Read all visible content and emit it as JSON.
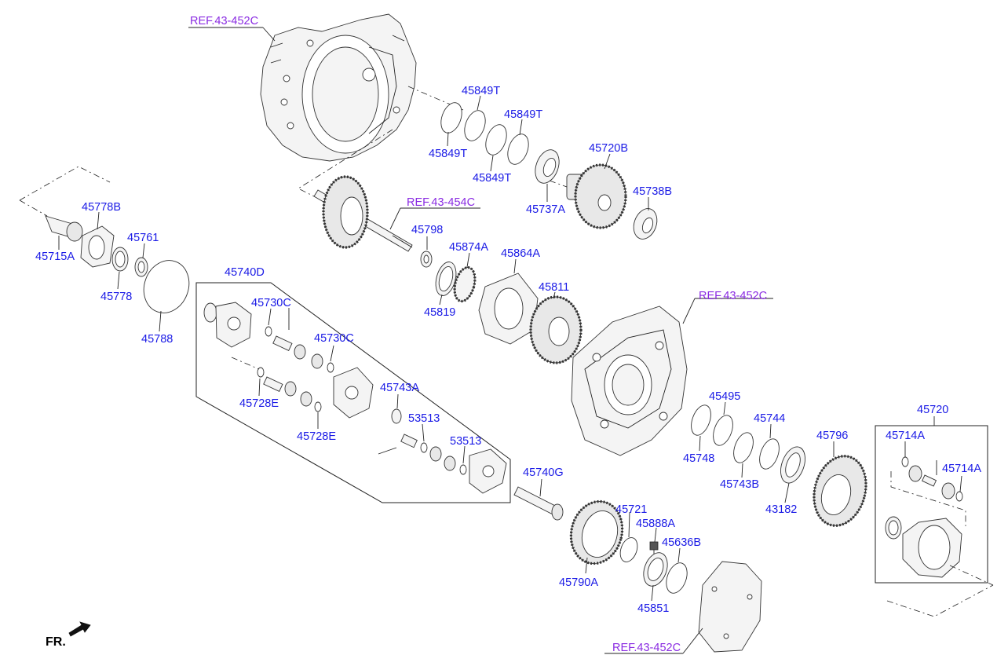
{
  "refs": {
    "r1": "REF.43-452C",
    "r2": "REF.43-454C",
    "r3": "REF.43-452C",
    "r4": "REF.43-452C"
  },
  "labels": {
    "p45849T_a": "45849T",
    "p45849T_b": "45849T",
    "p45849T_c": "45849T",
    "p45849T_d": "45849T",
    "p45720B": "45720B",
    "p45738B": "45738B",
    "p45737A": "45737A",
    "p45778B": "45778B",
    "p45761": "45761",
    "p45715A": "45715A",
    "p45778": "45778",
    "p45788": "45788",
    "p45798": "45798",
    "p45874A": "45874A",
    "p45864A": "45864A",
    "p45819": "45819",
    "p45811": "45811",
    "p45740D": "45740D",
    "p45730C_a": "45730C",
    "p45730C_b": "45730C",
    "p45728E_a": "45728E",
    "p45728E_b": "45728E",
    "p45743A": "45743A",
    "p53513_a": "53513",
    "p53513_b": "53513",
    "p45495": "45495",
    "p45744": "45744",
    "p45748": "45748",
    "p45743B": "45743B",
    "p43182": "43182",
    "p45796": "45796",
    "p45720": "45720",
    "p45714A_a": "45714A",
    "p45714A_b": "45714A",
    "p45740G": "45740G",
    "p45721": "45721",
    "p45888A": "45888A",
    "p45636B": "45636B",
    "p45790A": "45790A",
    "p45851": "45851"
  },
  "direction": {
    "label": "FR.",
    "arrow_icon": "front-direction-arrow-icon"
  }
}
